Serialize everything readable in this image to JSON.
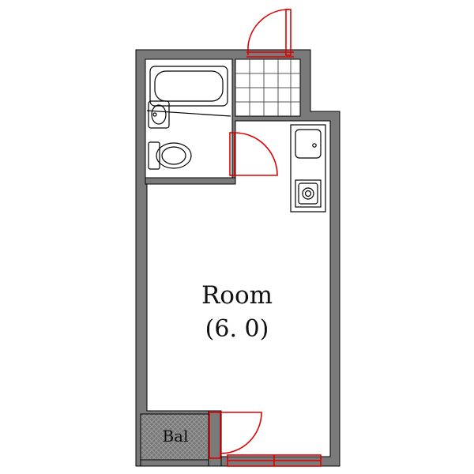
{
  "labels": {
    "room_name": "Room",
    "room_size": "(6. 0)",
    "balcony": "Bal"
  },
  "colors": {
    "wall": "#7a7a7a",
    "wall_edge": "#000000",
    "door": "#e00000",
    "fixture": "#000000",
    "floor": "#ffffff",
    "tile_grid": "#555555",
    "balcony_hatch": "#9a9a9a"
  },
  "icons": {
    "bathtub": "bathtub-icon",
    "washbasin": "washbasin-icon",
    "toilet": "toilet-icon",
    "kitchen_sink": "kitchen-sink-icon",
    "stove": "stove-icon"
  }
}
